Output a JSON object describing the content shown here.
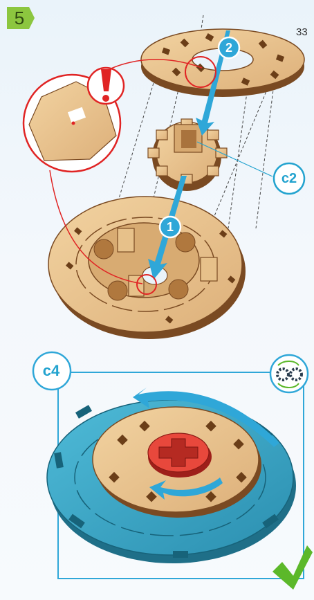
{
  "step": {
    "number": "5"
  },
  "labels": {
    "part_number": "33",
    "sequence_1": "1",
    "sequence_2": "2",
    "gear_callout": "c2",
    "assembly_callout": "c4"
  },
  "icons": [
    "attention-exclamation-icon",
    "gears-rotate-icon",
    "checkmark-icon"
  ],
  "colors": {
    "callout_blue": "#23a3cf",
    "warning_red": "#e02424",
    "step_green": "#8cc63f",
    "check_green": "#5cb82a",
    "wood": "#e9c48e",
    "wood_edge": "#7a4a22",
    "teal_ring": "#3ba9c9",
    "red_core": "#e8483c"
  }
}
